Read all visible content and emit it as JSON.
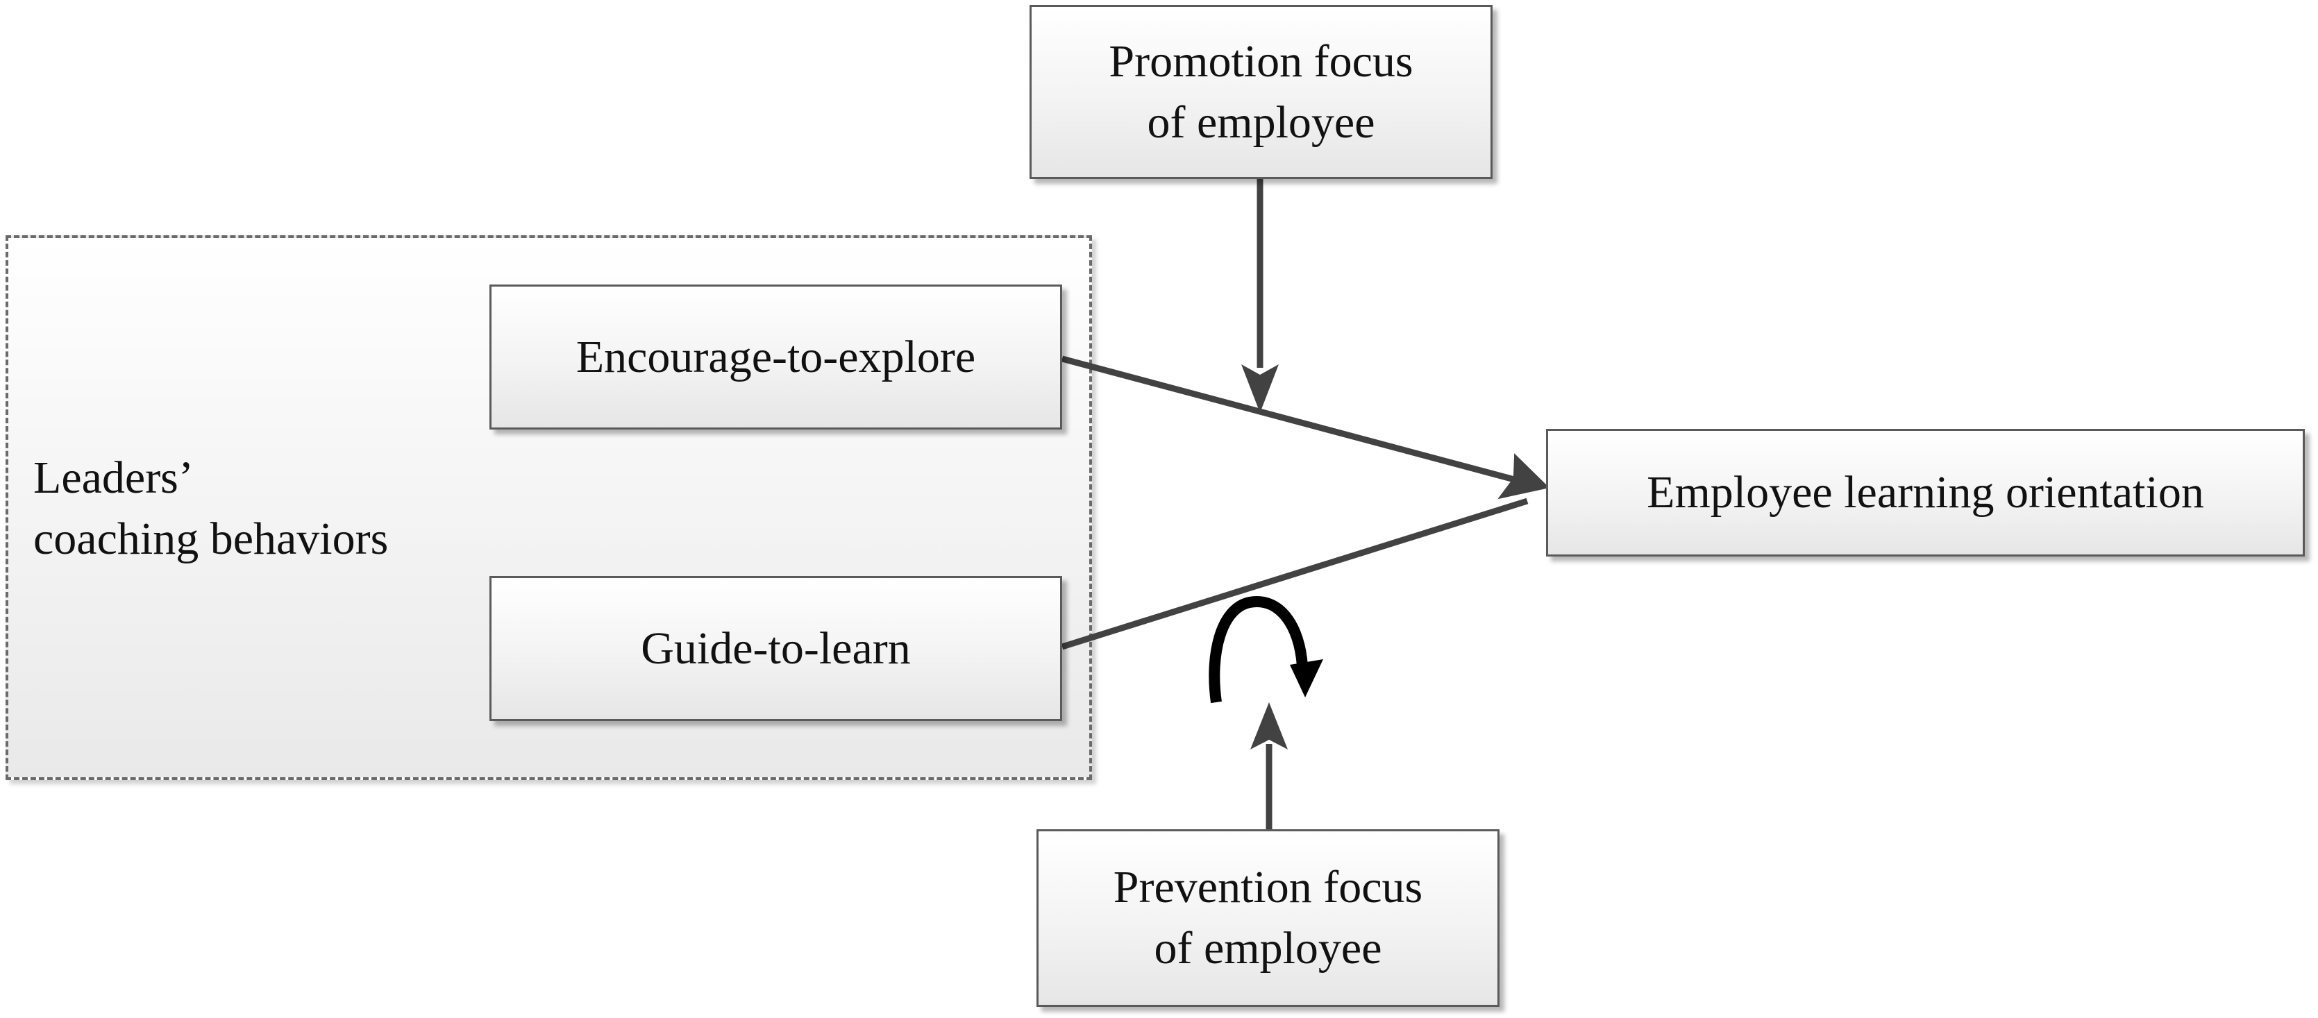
{
  "diagram": {
    "group": {
      "label": "Leaders’\ncoaching behaviors"
    },
    "nodes": {
      "promotion": "Promotion focus\nof employee",
      "encourage": "Encourage-to-explore",
      "guide": "Guide-to-learn",
      "outcome": "Employee learning orientation",
      "prevention": "Prevention focus\nof employee"
    },
    "colors": {
      "arrow": "#424242",
      "curved_arrow": "#000000"
    },
    "icons": {
      "curved_arrow": "clockwise-curved-arrow-icon"
    }
  }
}
